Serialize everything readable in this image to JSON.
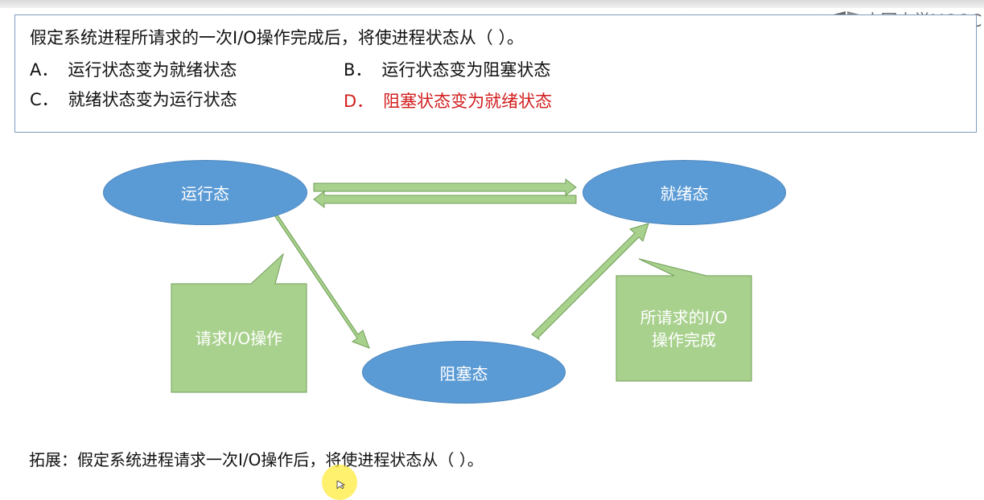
{
  "logo": {
    "text": "中国大学MOOC"
  },
  "question": {
    "text": "假定系统进程所请求的一次I/O操作完成后，将使进程状态从（    ）。",
    "options": [
      {
        "letter": "A．",
        "text": "运行状态变为就绪状态"
      },
      {
        "letter": "B．",
        "text": "运行状态变为阻塞状态"
      },
      {
        "letter": "C．",
        "text": "就绪状态变为运行状态"
      },
      {
        "letter": "D．",
        "text": "阻塞状态变为就绪状态"
      }
    ],
    "answer": "D"
  },
  "diagram": {
    "states": {
      "running": "运行态",
      "ready": "就绪态",
      "blocked": "阻塞态"
    },
    "callouts": {
      "request_io": "请求I/O操作",
      "io_complete_line1": "所请求的I/O",
      "io_complete_line2": "操作完成"
    },
    "colors": {
      "state_fill": "#5b9bd5",
      "arrow_fill": "#a9d18e",
      "callout_fill": "#a9d18e",
      "answer_color": "#d21e1e"
    }
  },
  "extension": {
    "text": "拓展：假定系统进程请求一次I/O操作后，将使进程状态从（     ）。"
  }
}
